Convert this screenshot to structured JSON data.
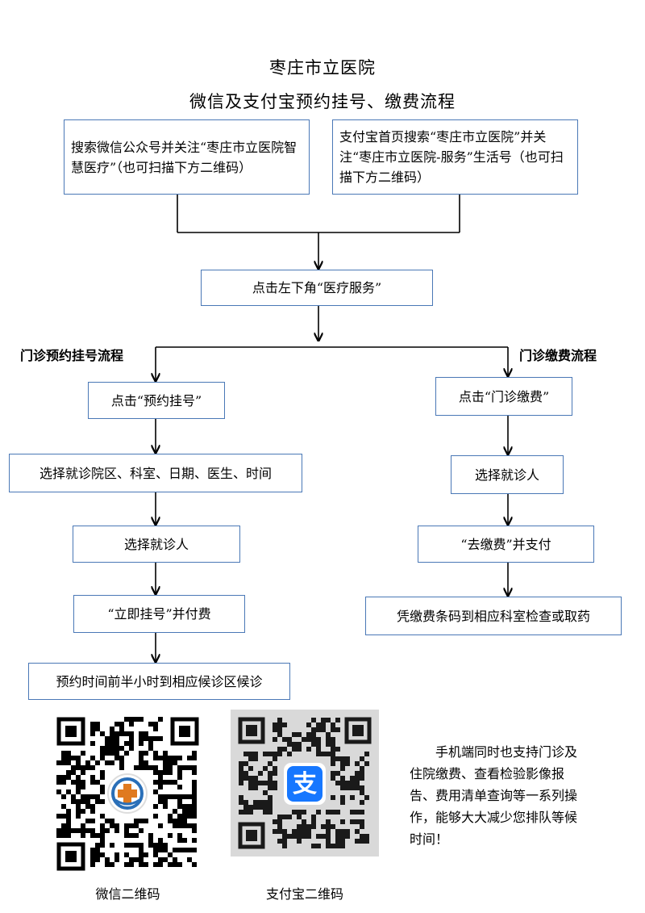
{
  "title": {
    "line1": "枣庄市立医院",
    "line2": "微信及支付宝预约挂号、缴费流程"
  },
  "boxes": {
    "wechat_follow": "搜索微信公众号并关注“枣庄市立医院智慧医疗”（也可扫描下方二维码）",
    "alipay_follow": "支付宝首页搜索“枣庄市立医院”并关注“枣庄市立医院-服务”生活号（也可扫描下方二维码）",
    "medical_service": "点击左下角“医疗服务”",
    "click_appointment": "点击“预约挂号”",
    "select_details": "选择就诊院区、科室、日期、医生、时间",
    "select_patient_left": "选择就诊人",
    "register_pay": "“立即挂号”并付费",
    "wait_visit": "预约时间前半小时到相应候诊区候诊",
    "click_payment": "点击“门诊缴费”",
    "select_patient_right": "选择就诊人",
    "go_pay": "“去缴费”并支付",
    "barcode_exam": "凭缴费条码到相应科室检查或取药"
  },
  "labels": {
    "appointment_flow": "门诊预约挂号流程",
    "payment_flow": "门诊缴费流程"
  },
  "qr": {
    "wechat_caption": "微信二维码",
    "alipay_caption": "支付宝二维码",
    "alipay_logo_char": "支",
    "wechat_logo_icon": "hospital-logo-icon",
    "alipay_logo_icon": "alipay-logo-icon"
  },
  "note": "手机端同时也支持门诊及住院缴费、查看检验影像报告、费用清单查询等一系列操作，能够大大减少您排队等候时间！",
  "colors": {
    "box_border": "#4a78b6",
    "alipay_blue": "#1677ff"
  }
}
